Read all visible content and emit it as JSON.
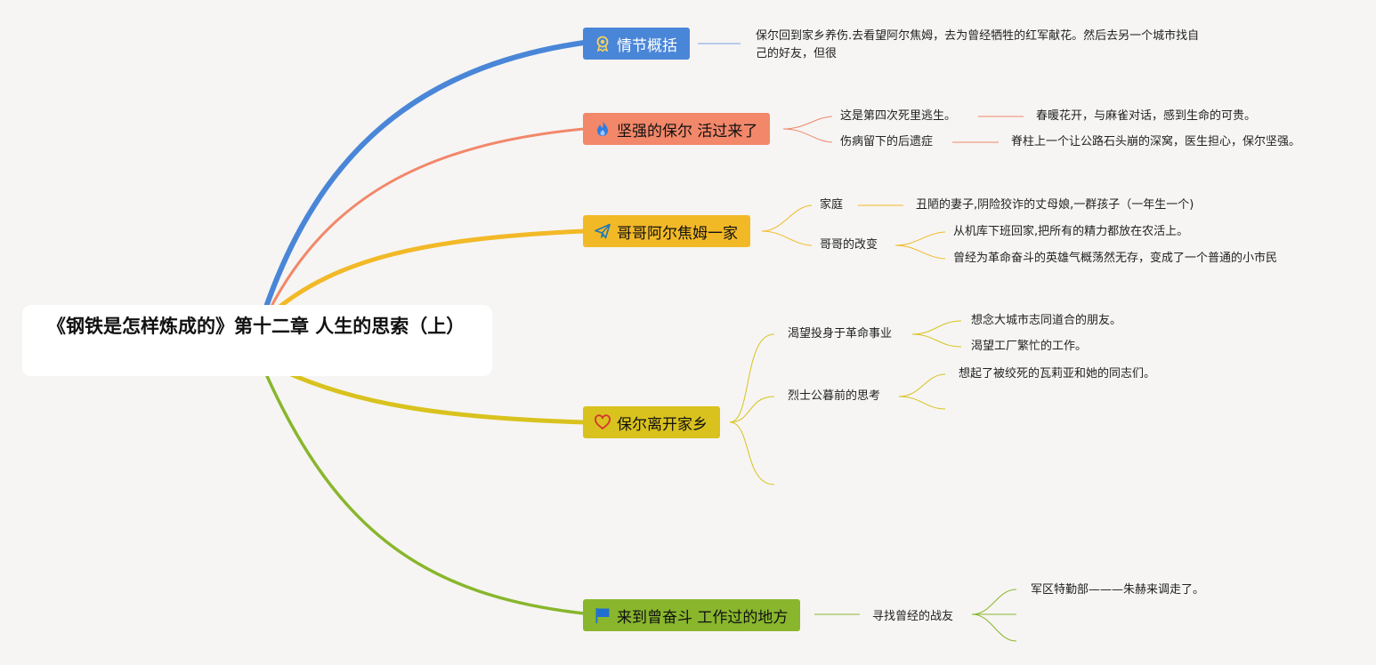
{
  "root": {
    "title": "《钢铁是怎样炼成的》第十二章 人生的思索（上）"
  },
  "branches": [
    {
      "label": "情节概括",
      "icon": "award-icon",
      "color": "#4a86d8",
      "children": [
        {
          "label": "保尔回到家乡养伤.去看望阿尔焦姆，去为曾经牺牲的红军献花。然后去另一个城市找自己的好友，但很"
        }
      ]
    },
    {
      "label": "坚强的保尔 活过来了",
      "icon": "fire-icon",
      "color": "#f2876a",
      "children": [
        {
          "label": "这是第四次死里逃生。",
          "children": [
            {
              "label": "春暖花开，与麻雀对话，感到生命的可贵。"
            }
          ]
        },
        {
          "label": "伤病留下的后遗症",
          "children": [
            {
              "label": "脊柱上一个让公路石头崩的深窝，医生担心，保尔坚强。"
            }
          ]
        }
      ]
    },
    {
      "label": "哥哥阿尔焦姆一家",
      "icon": "paper-plane-icon",
      "color": "#f2b927",
      "children": [
        {
          "label": "家庭",
          "children": [
            {
              "label": "丑陋的妻子,阴险狡诈的丈母娘,一群孩子（一年生一个)"
            }
          ]
        },
        {
          "label": "哥哥的改变",
          "children": [
            {
              "label": "从机库下班回家,把所有的精力都放在农活上。"
            },
            {
              "label": "曾经为革命奋斗的英雄气概荡然无存，变成了一个普通的小市民"
            }
          ]
        }
      ]
    },
    {
      "label": "保尔离开家乡",
      "icon": "heart-icon",
      "color": "#d9c21e",
      "children": [
        {
          "label": "渴望投身于革命事业",
          "children": [
            {
              "label": "想念大城市志同道合的朋友。"
            },
            {
              "label": "渴望工厂繁忙的工作。"
            }
          ]
        },
        {
          "label": "烈士公暮前的思考",
          "children": [
            {
              "label": "想起了被绞死的瓦莉亚和她的同志们。"
            }
          ]
        }
      ]
    },
    {
      "label": "来到曾奋斗 工作过的地方",
      "icon": "flag-icon",
      "color": "#89b62d",
      "children": [
        {
          "label": "寻找曾经的战友",
          "children": [
            {
              "label": "军区特勤部———朱赫来调走了。"
            }
          ]
        }
      ]
    }
  ]
}
